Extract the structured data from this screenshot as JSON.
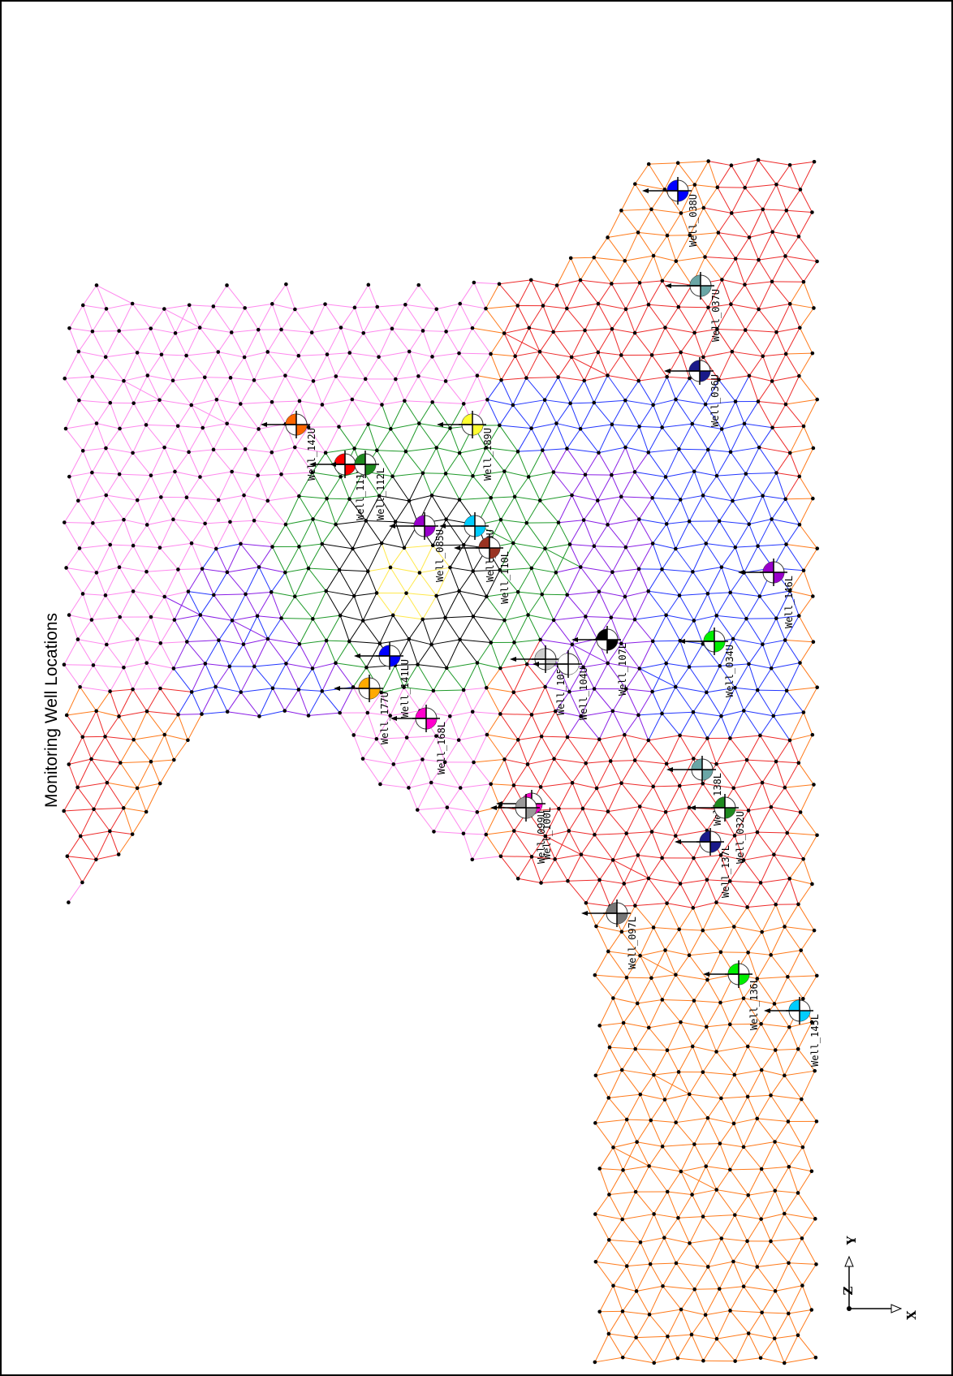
{
  "title": "Monitoring Well Locations",
  "axes": {
    "x_label": "X",
    "y_label": "Y",
    "z_label": "Z"
  },
  "zone_colors": {
    "outer": "#ff7a1a",
    "inner": "#ee2a2a",
    "pink": "#ff88ee",
    "blue": "#2236ff",
    "purple": "#8a1ee6",
    "green": "#1f9a2a",
    "core": "#000000",
    "center": "#ffe84a"
  },
  "wells": [
    {
      "name": "Well_038U",
      "color": "#0000ff"
    },
    {
      "name": "Well_037U",
      "color": "#6aa6a6"
    },
    {
      "name": "Well_036U",
      "color": "#1a1a8a"
    },
    {
      "name": "Well_142U",
      "color": "#ff6600"
    },
    {
      "name": "Well_189U",
      "color": "#ffff33"
    },
    {
      "name": "Well_111U",
      "color": "#ff0000"
    },
    {
      "name": "Well_112L",
      "color": "#1f8a1f"
    },
    {
      "name": "Well_085U",
      "color": "#9900cc"
    },
    {
      "name": "Well_083U",
      "color": "#00ccff"
    },
    {
      "name": "Well_110L",
      "color": "#993322"
    },
    {
      "name": "Well_146L",
      "color": "#9900cc"
    },
    {
      "name": "Well_141LU",
      "color": "#0000ff"
    },
    {
      "name": "Well_177U",
      "color": "#ffaa00"
    },
    {
      "name": "Well_168L",
      "color": "#ff00cc"
    },
    {
      "name": "Well_105L",
      "color": "#cccccc"
    },
    {
      "name": "Well_104U",
      "color": "#ffffff"
    },
    {
      "name": "Well_107L",
      "color": "#000000"
    },
    {
      "name": "Well_034U",
      "color": "#00ee00"
    },
    {
      "name": "Well_100L",
      "color": "#ff00cc"
    },
    {
      "name": "Well_099U",
      "color": "#999999"
    },
    {
      "name": "Well_138L",
      "color": "#6aa6a6"
    },
    {
      "name": "Well_032U",
      "color": "#1f8a1f"
    },
    {
      "name": "Well_137L",
      "color": "#1a1a8a"
    },
    {
      "name": "Well_097L",
      "color": "#777777"
    },
    {
      "name": "Well_136L",
      "color": "#00ee00"
    },
    {
      "name": "Well_145L",
      "color": "#00ccff"
    }
  ]
}
